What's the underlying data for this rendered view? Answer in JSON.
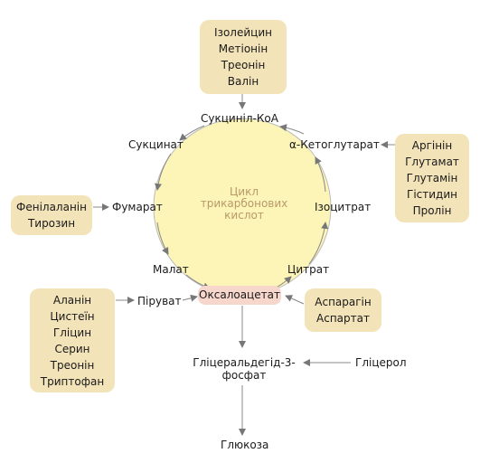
{
  "cycle": {
    "center_lines": [
      "Цикл",
      "трикарбонових",
      "кислот"
    ],
    "succinyl_coa": "Сукциніл-КоА",
    "alpha_kg": "α-Кетоглутарат",
    "isocitrate": "Ізоцитрат",
    "citrate": "Цитрат",
    "oxaloacetate": "Оксалоацетат",
    "malate": "Малат",
    "fumarate": "Фумарат",
    "succinate": "Сукцинат"
  },
  "boxes": {
    "top": [
      "Ізолейцин",
      "Метіонін",
      "Треонін",
      "Валін"
    ],
    "right": [
      "Аргінін",
      "Глутамат",
      "Глутамін",
      "Гістидин",
      "Пролін"
    ],
    "left": [
      "Фенілаланін",
      "Тирозин"
    ],
    "bottom_left": [
      "Аланін",
      "Цистеїн",
      "Гліцин",
      "Серин",
      "Треонін",
      "Триптофан"
    ],
    "bottom_right": [
      "Аспарагін",
      "Аспартат"
    ]
  },
  "pathway": {
    "pyruvate": "Піруват",
    "g3p_line1": "Гліцеральдегід-3-",
    "g3p_line2": "фосфат",
    "glycerol": "Гліцерол",
    "glucose": "Глюкоза"
  }
}
